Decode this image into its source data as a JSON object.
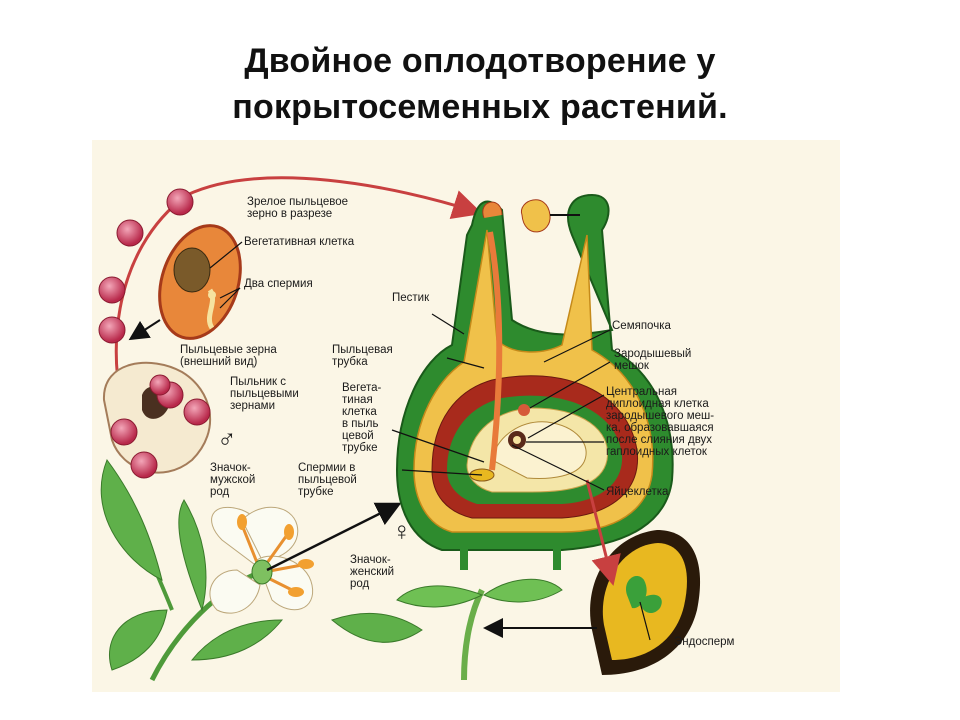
{
  "title": {
    "line1": "Двойное оплодотворение у",
    "line2": "покрытосеменных растений."
  },
  "labels": {
    "mature_grain": "Зрелое пыльцевое\nзерно в разрезе",
    "vegetative_cell": "Вегетативная клетка",
    "two_sperm": "Два спермия",
    "pistil": "Пестик",
    "pollen_grains": "Пыльцевые зерна\n(внешний вид)",
    "anther": "Пыльник с\nпыльцевыми\nзернами",
    "pollen_tube": "Пыльцевая\nтрубка",
    "veg_cell_in_tube": "Вегета-\nтиная\nклетка\nв пыль\nцевой\nтрубке",
    "sperm_in_tube": "Спермии в\nпыльцевой\nтрубке",
    "ovule": "Семяпочка",
    "embryo_sac": "Зародышевый\nмешок",
    "central_cell": "Центральная\nдиплоидная клетка\nзародышевого меш-\nка, образовавшаяся\nпосле слияния двух\nгаплоидных клеток",
    "egg_cell": "Яйцеклетка",
    "male_sign": "Значок-\nмужской\nрод",
    "female_sign": "Значок-\nженский\nрод",
    "endosperm": "Эндосперм"
  },
  "symbols": {
    "male": "♂",
    "female": "♀"
  },
  "colors": {
    "pistil_green": "#2e8b2e",
    "yellow": "#e8b820",
    "red_brown": "#a82a1c",
    "pollen_pink": "#c83a5a",
    "arrow_red": "#c84040"
  }
}
